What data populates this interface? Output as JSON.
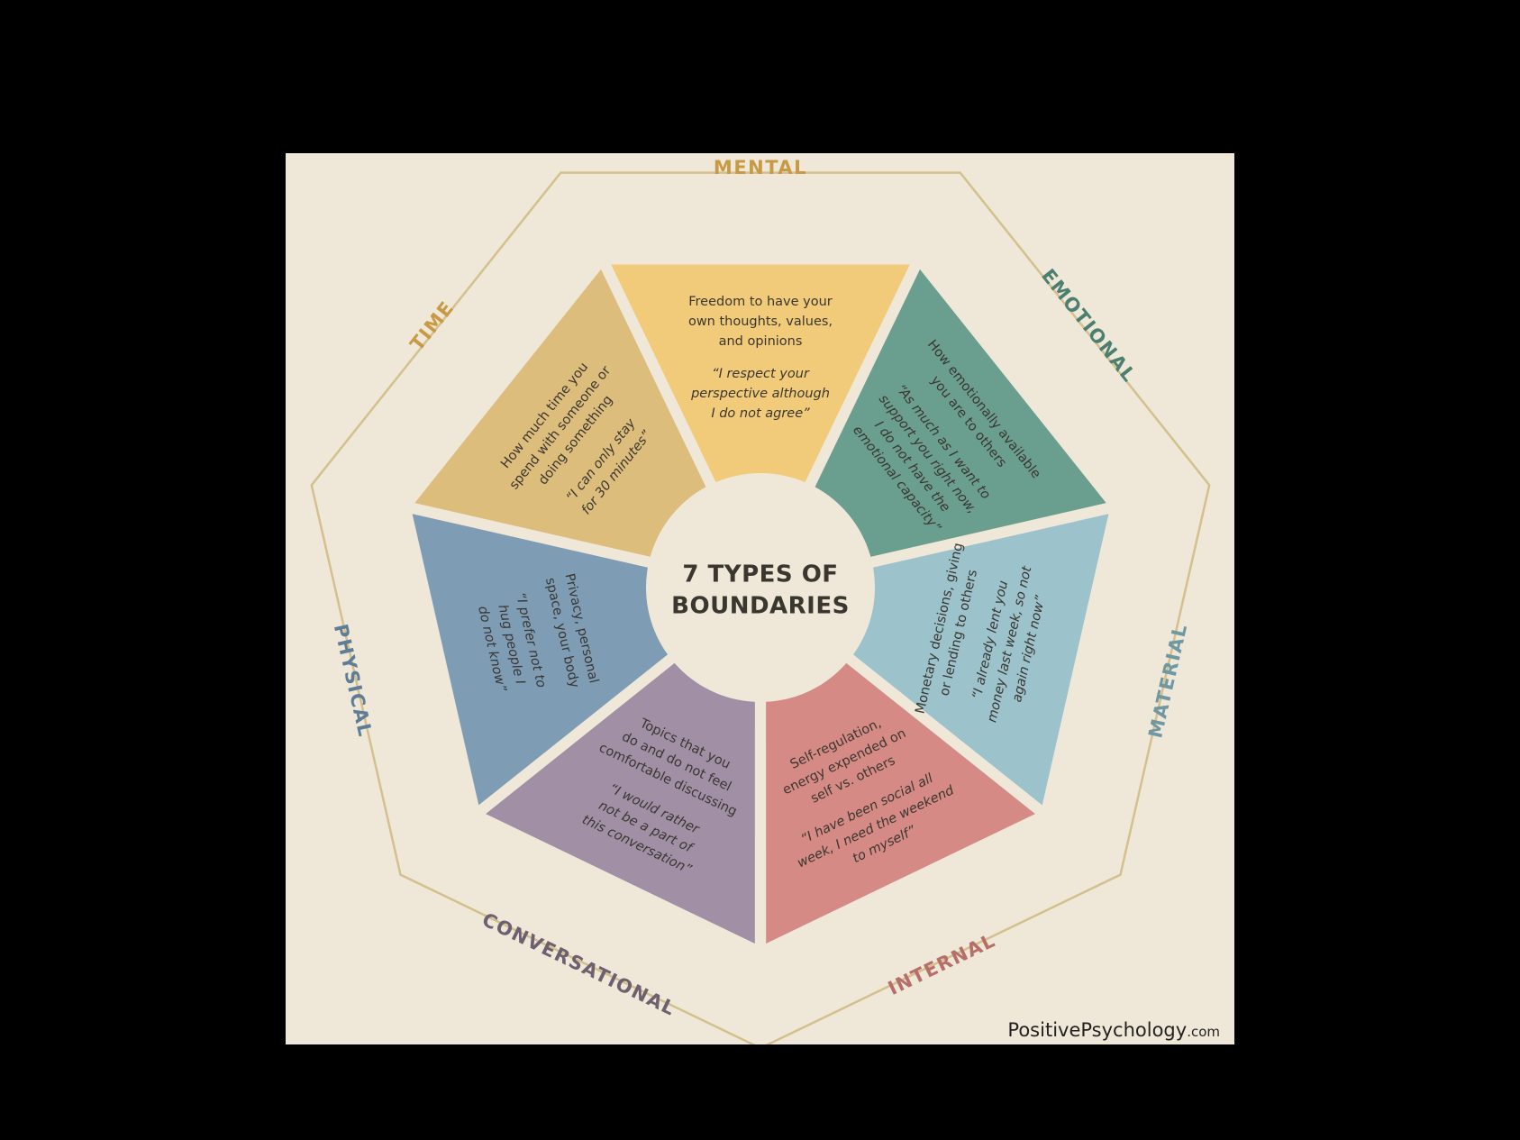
{
  "center_title": [
    "7 TYPES OF",
    "BOUNDARIES"
  ],
  "brand": {
    "name": "PositivePsychology",
    "suffix": ".com"
  },
  "colors": {
    "background": "#efe8d8",
    "outline": "#d4c08c",
    "page": "#000000"
  },
  "segments": [
    {
      "id": "mental",
      "label": "MENTAL",
      "color": "#f1cb7a",
      "label_color": "#c99a45",
      "desc": [
        "Freedom to have your",
        "own thoughts, values,",
        "and opinions"
      ],
      "quote": [
        "“I respect your",
        "perspective although",
        "I do not agree”"
      ]
    },
    {
      "id": "emotional",
      "label": "EMOTIONAL",
      "color": "#6a9e8e",
      "label_color": "#4d7f70",
      "desc": [
        "How emotionally available",
        "you are to others"
      ],
      "quote": [
        "“As much as I want to",
        "support you right now,",
        "I do not have the",
        "emotional capacity”"
      ]
    },
    {
      "id": "material",
      "label": "MATERIAL",
      "color": "#9cc2cb",
      "label_color": "#6f98a3",
      "desc": [
        "Monetary decisions, giving",
        "or lending to others"
      ],
      "quote": [
        "“I already lent you",
        "money last week, so not",
        "again right now”"
      ]
    },
    {
      "id": "internal",
      "label": "INTERNAL",
      "color": "#d58a85",
      "label_color": "#b76e6a",
      "desc": [
        "Self-regulation,",
        "energy expended on",
        "self vs. others"
      ],
      "quote": [
        "“I have been social all",
        "week, I need the weekend",
        "to myself”"
      ]
    },
    {
      "id": "conversational",
      "label": "CONVERSATIONAL",
      "color": "#a08fa5",
      "label_color": "#6e6070",
      "desc": [
        "Topics that you",
        "do and do not feel",
        "comfortable discussing"
      ],
      "quote": [
        "“I would rather",
        "not be a part of",
        "this conversation”"
      ]
    },
    {
      "id": "physical",
      "label": "PHYSICAL",
      "color": "#7e9db5",
      "label_color": "#5f7d97",
      "desc": [
        "Privacy, personal",
        "space, your body"
      ],
      "quote": [
        "“I prefer not to",
        "hug people I",
        "do not know”"
      ]
    },
    {
      "id": "time",
      "label": "TIME",
      "color": "#dcbd7c",
      "label_color": "#c99a45",
      "desc": [
        "How much time you",
        "spend with someone or",
        "doing something"
      ],
      "quote": [
        "“I can only stay",
        "for 30 minutes”"
      ]
    }
  ]
}
